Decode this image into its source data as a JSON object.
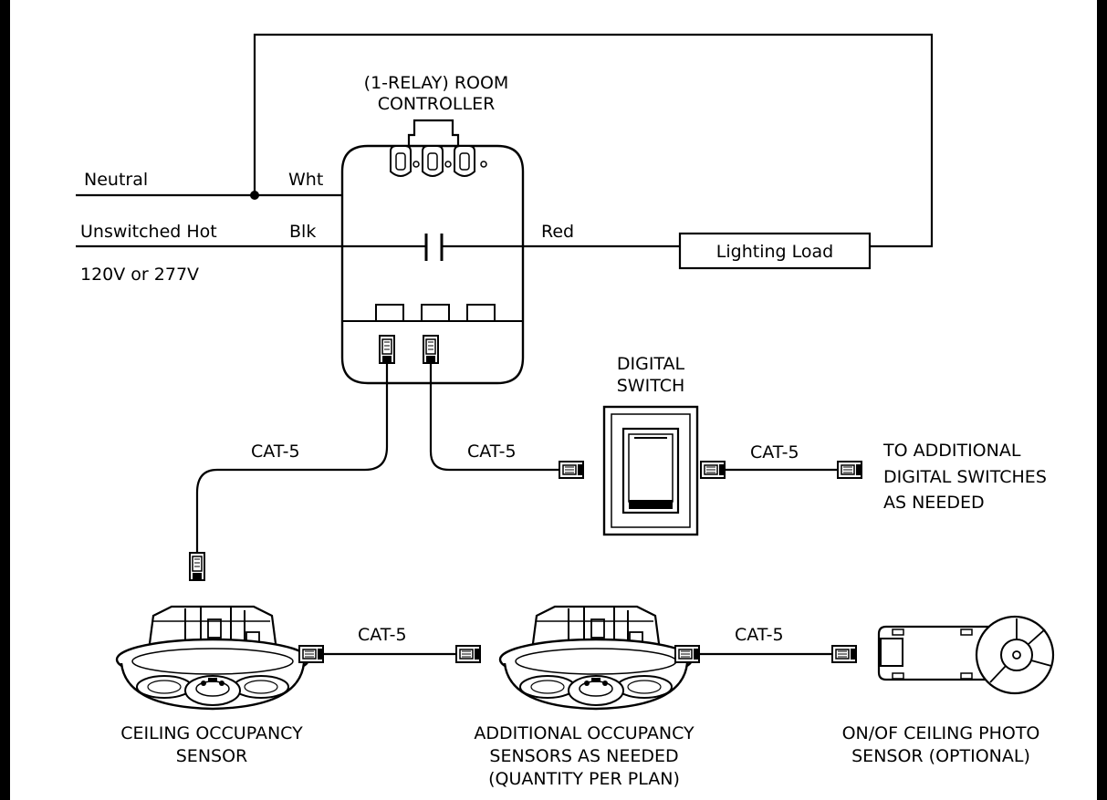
{
  "controller": {
    "title_line1": "(1-RELAY) ROOM",
    "title_line2": "CONTROLLER"
  },
  "wires": {
    "neutral": "Neutral",
    "wht": "Wht",
    "unswitched_hot": "Unswitched Hot",
    "blk": "Blk",
    "voltage": "120V or 277V",
    "red": "Red"
  },
  "lighting_load": "Lighting Load",
  "digital_switch": {
    "line1": "DIGITAL",
    "line2": "SWITCH"
  },
  "cable_label": "CAT-5",
  "additional_switches": {
    "line1": "TO ADDITIONAL",
    "line2": "DIGITAL SWITCHES",
    "line3": "AS NEEDED"
  },
  "ceiling_sensor": {
    "line1": "CEILING OCCUPANCY",
    "line2": "SENSOR"
  },
  "additional_sensors": {
    "line1": "ADDITIONAL OCCUPANCY",
    "line2": "SENSORS AS NEEDED",
    "line3": "(QUANTITY PER PLAN)"
  },
  "photo_sensor": {
    "line1": "ON/OF CEILING PHOTO",
    "line2": "SENSOR (OPTIONAL)"
  }
}
